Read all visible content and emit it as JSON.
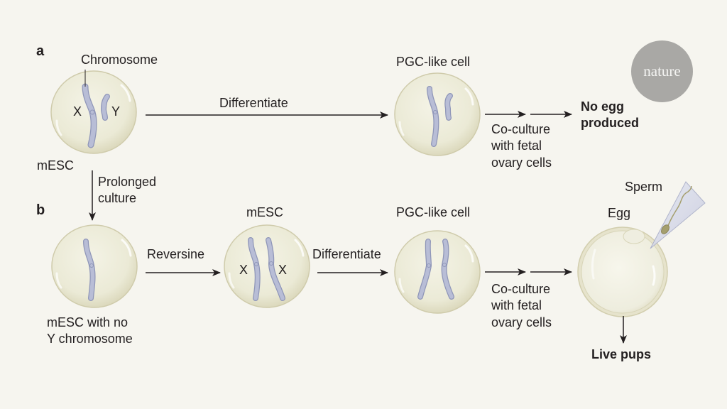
{
  "panels": {
    "a": "a",
    "b": "b"
  },
  "panel_a": {
    "chromosome_label": "Chromosome",
    "x_label": "X",
    "y_label": "Y",
    "cell_label": "mESC",
    "arrow_label": "Differentiate",
    "pgc_label": "PGC-like cell",
    "coculture_lines": [
      "Co-culture",
      "with fetal",
      "ovary cells"
    ],
    "outcome_lines": [
      "No egg",
      "produced"
    ]
  },
  "transition": {
    "lines": [
      "Prolonged",
      "culture"
    ]
  },
  "panel_b": {
    "cell1_lines": [
      "mESC with no",
      "Y chromosome"
    ],
    "reversine_label": "Reversine",
    "mesc_label": "mESC",
    "x_left": "X",
    "x_right": "X",
    "differentiate_label": "Differentiate",
    "pgc_label": "PGC-like cell",
    "coculture_lines": [
      "Co-culture",
      "with fetal",
      "ovary cells"
    ],
    "egg_label": "Egg",
    "sperm_label": "Sperm",
    "outcome": "Live pups"
  },
  "logo": {
    "text": "nature"
  },
  "colors": {
    "background": "#f6f5ef",
    "cell_fill": "#ecebd9",
    "cell_stroke": "#cfcbab",
    "chromosome_fill": "#b8bdd6",
    "chromosome_stroke": "#8f96b8",
    "text": "#231f20",
    "logo": "#a9a8a5"
  }
}
